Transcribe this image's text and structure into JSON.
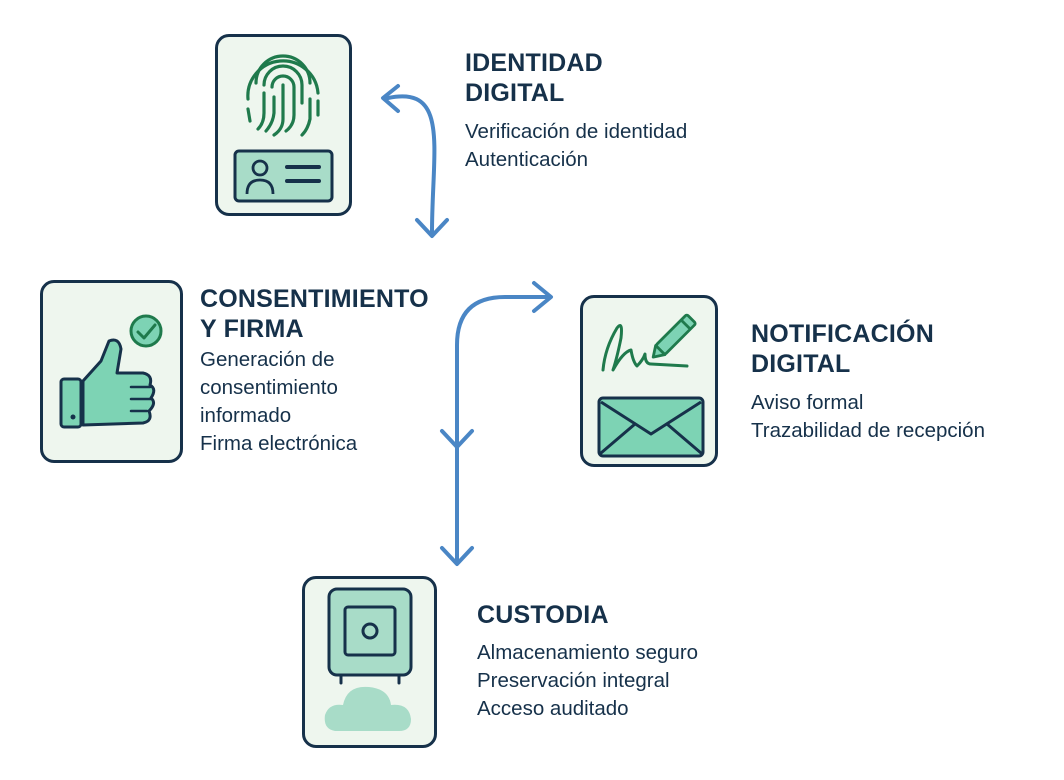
{
  "colors": {
    "navy": "#16314a",
    "accent_green": "#1f7a4c",
    "mint": "#7dd3b4",
    "mint_light": "#a8dcc8",
    "card_bg": "#eef6ee",
    "arrow_blue": "#4a86c5"
  },
  "steps": [
    {
      "id": "identidad",
      "icon": "fingerprint-id-card-icon",
      "title_lines": [
        "IDENTIDAD",
        "DIGITAL"
      ],
      "lines": [
        "Verificación de identidad",
        "Autenticación"
      ]
    },
    {
      "id": "consentimiento",
      "icon": "thumbs-up-check-icon",
      "title_lines": [
        "CONSENTIMIENTO",
        "Y FIRMA"
      ],
      "lines": [
        "Generación de",
        "consentimiento",
        "informado",
        "Firma electrónica"
      ]
    },
    {
      "id": "notificacion",
      "icon": "signature-envelope-icon",
      "title_lines": [
        "NOTIFICACIÓN",
        "DIGITAL"
      ],
      "lines": [
        "Aviso formal",
        "Trazabilidad de recepción"
      ]
    },
    {
      "id": "custodia",
      "icon": "safe-cloud-icon",
      "title_lines": [
        "CUSTODIA"
      ],
      "lines": [
        "Almacenamiento seguro",
        "Preservación integral",
        "Acceso auditado"
      ]
    }
  ]
}
